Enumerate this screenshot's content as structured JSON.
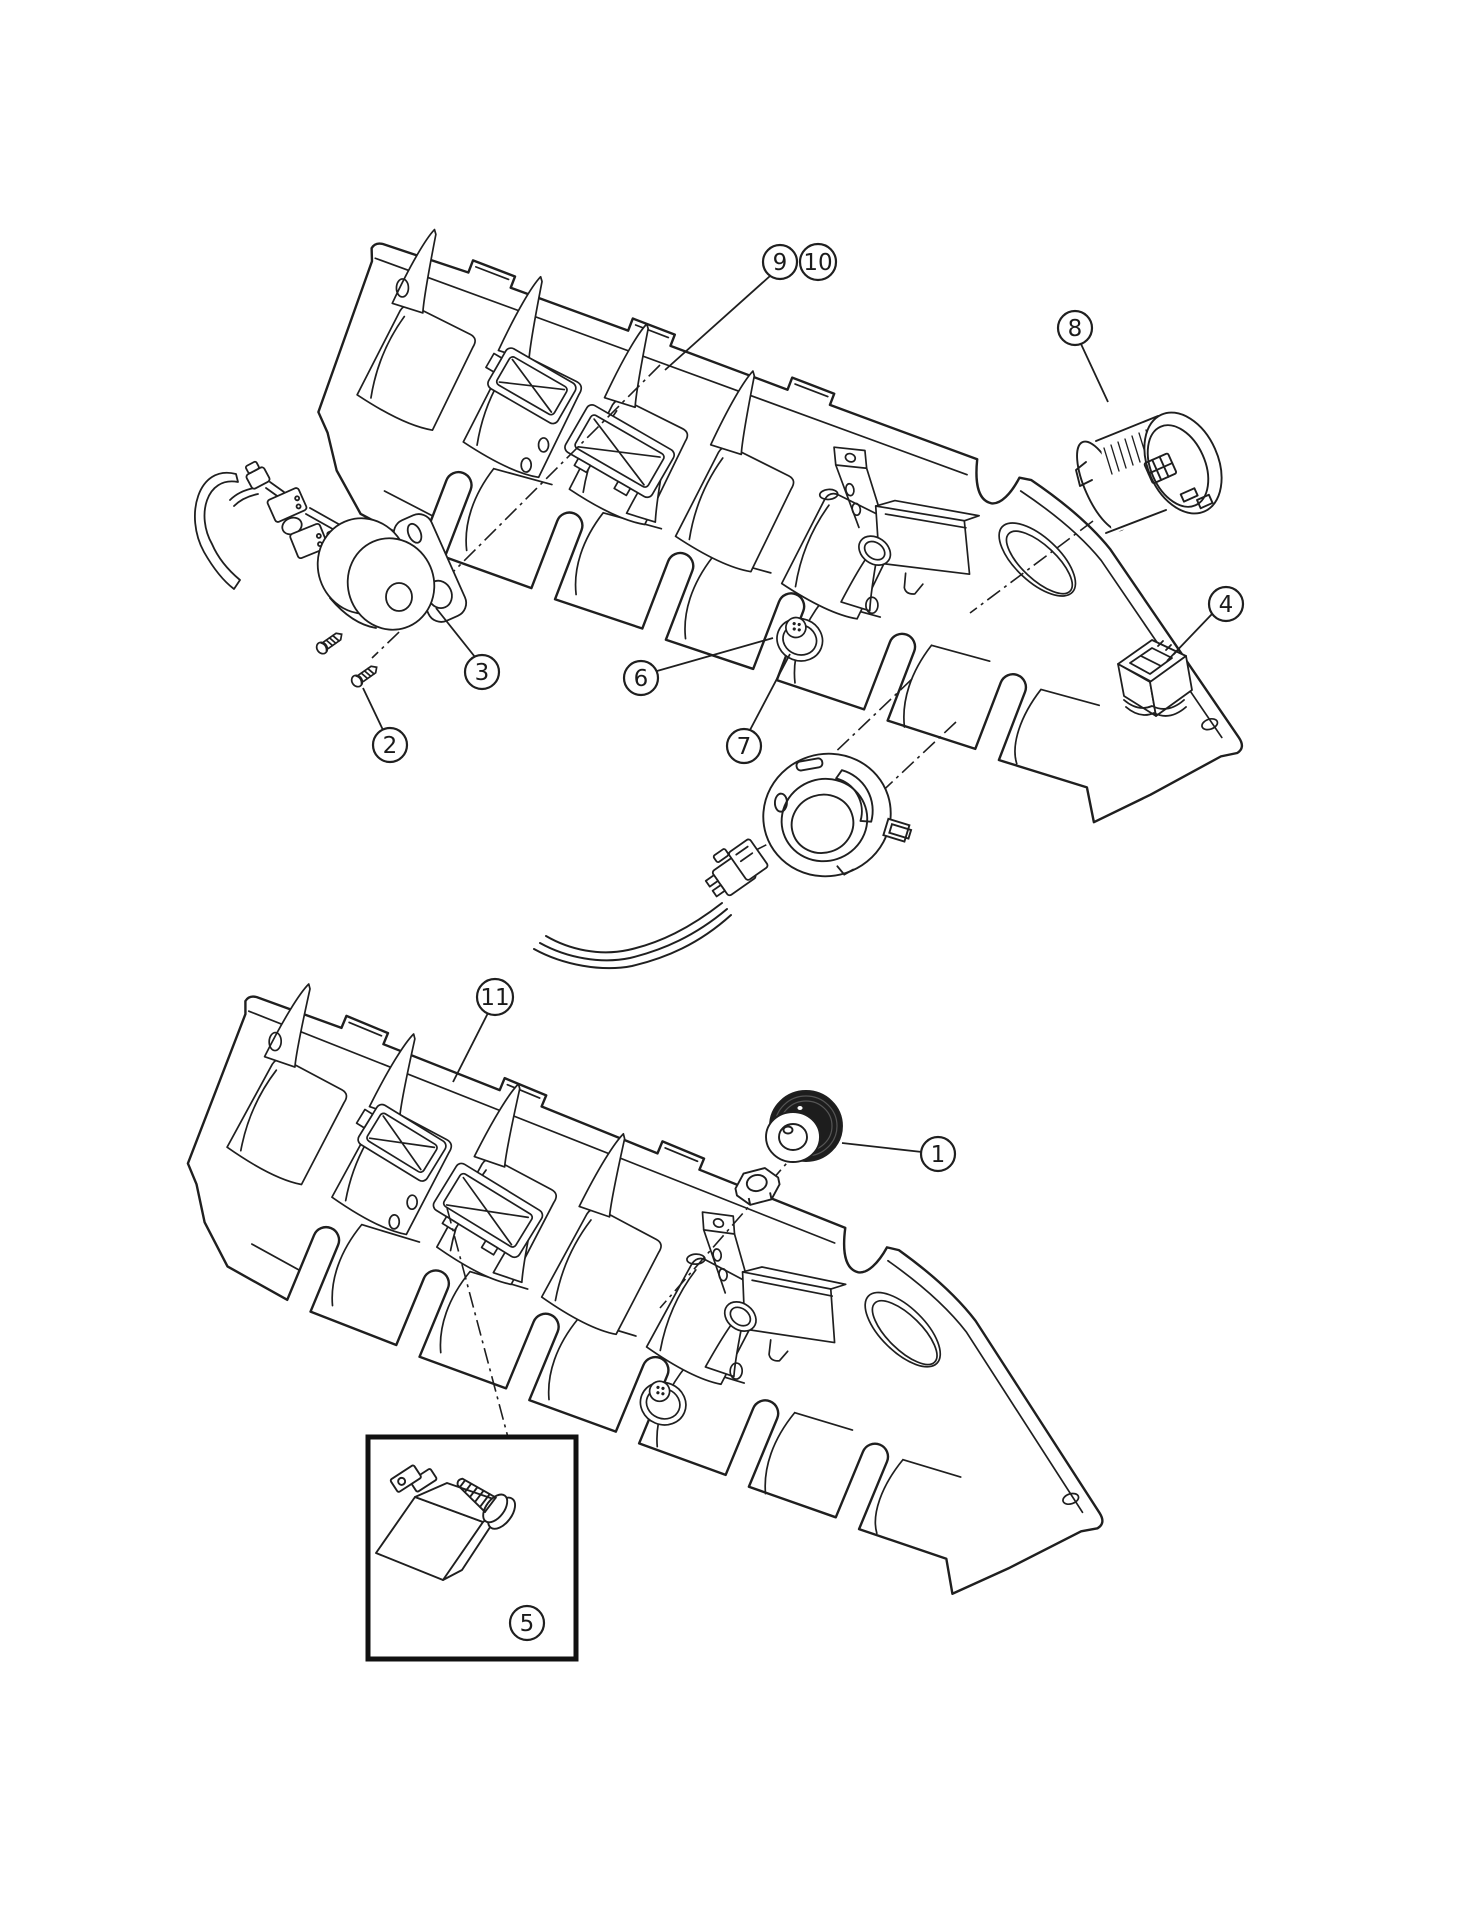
{
  "page": {
    "background_color": "#ffffff",
    "line_color": "#1f1f1f",
    "knob_color": "#1d1d1d",
    "inset_border_color": "#111111"
  },
  "callouts": [
    {
      "label": "1"
    },
    {
      "label": "2"
    },
    {
      "label": "3"
    },
    {
      "label": "4"
    },
    {
      "label": "5"
    },
    {
      "label": "6"
    },
    {
      "label": "7"
    },
    {
      "label": "8"
    },
    {
      "label": "9"
    },
    {
      "label": "10"
    },
    {
      "label": "11"
    }
  ]
}
